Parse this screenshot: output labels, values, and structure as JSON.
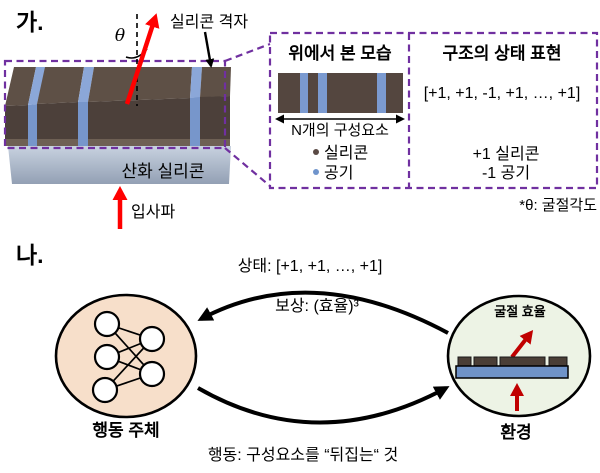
{
  "colors": {
    "purple_dash": "#7030a0",
    "bright_red": "#ff0000",
    "dark_red": "#c00000",
    "silicon_front": "#4c403a",
    "silicon_top": "#5e5046",
    "silicon_bar": "#54463f",
    "air_blue": "#7796cb",
    "air_blue_top": "#8ba7d8",
    "substrate_light": "#c6d0de",
    "substrate_dark": "#96a3b6",
    "agent_fill": "#f7dfca",
    "env_fill": "#edf3e5"
  },
  "section_a": {
    "label": "가.",
    "theta_symbol": "θ",
    "grating_label": "실리콘 격자",
    "substrate_label": "산화 실리콘",
    "incident_label": "입사파",
    "inset": {
      "top_view_title": "위에서 본 모습",
      "n_label": "N개의 구성요소",
      "legend": [
        {
          "label": "실리콘",
          "color": "#5a4a44"
        },
        {
          "label": "공기",
          "color": "#6f94cc"
        }
      ],
      "state_title": "구조의 상태 표현",
      "state_vector": "[+1, +1, -1, +1, …, +1]",
      "mapping_silicon": "+1 실리콘",
      "mapping_air": "-1 공기"
    },
    "footnote": "*θ: 굴절각도"
  },
  "section_b": {
    "label": "나.",
    "state_text": "상태: [+1, +1, …, +1]",
    "reward_text": "보상: (효율)³",
    "action_text": "행동: 구성요소를 “뒤집는“ 것",
    "agent_label": "행동 주체",
    "env_label": "환경",
    "env_annotation": "굴절 효율"
  }
}
